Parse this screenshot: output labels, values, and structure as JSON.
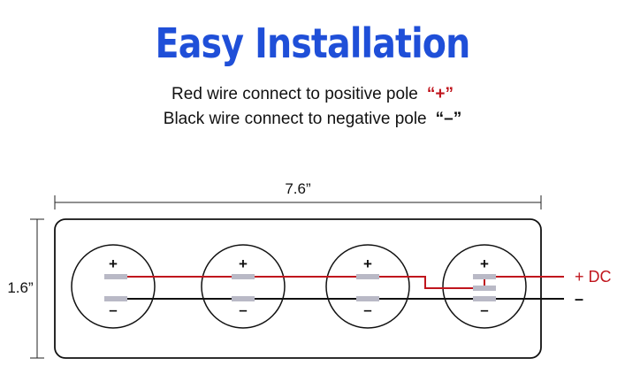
{
  "title": "Easy Installation",
  "instructions": {
    "red_wire": "Red wire connect to positive pole",
    "red_symbol": "“+”",
    "black_wire": "Black wire connect to negative pole",
    "black_symbol": "“–”"
  },
  "dimensions": {
    "width": "7.6”",
    "height": "1.6”"
  },
  "terminals": {
    "plus": "+",
    "minus": "–"
  },
  "wire_labels": {
    "positive": "+ DC",
    "negative": "–"
  },
  "colors": {
    "title": "#1f4fd8",
    "red_wire": "#c0151d",
    "black_wire": "#111111",
    "terminal": "#b9b9c6"
  }
}
